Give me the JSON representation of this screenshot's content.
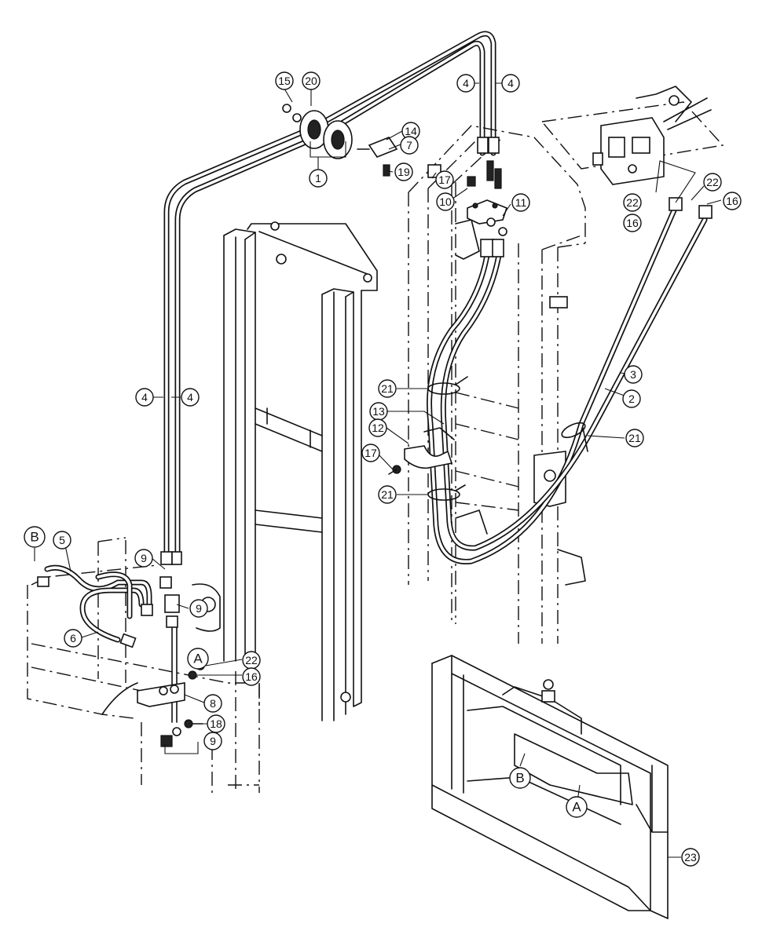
{
  "callouts": [
    {
      "id": "c15a",
      "text": "15"
    },
    {
      "id": "c20a",
      "text": "20"
    },
    {
      "id": "c1a",
      "text": "1"
    },
    {
      "id": "c14a",
      "text": "14"
    },
    {
      "id": "c7a",
      "text": "7"
    },
    {
      "id": "c19a",
      "text": "19"
    },
    {
      "id": "c4a",
      "text": "4"
    },
    {
      "id": "c4b",
      "text": "4"
    },
    {
      "id": "c17a",
      "text": "17"
    },
    {
      "id": "c10a",
      "text": "10"
    },
    {
      "id": "c11a",
      "text": "11"
    },
    {
      "id": "c22a",
      "text": "22"
    },
    {
      "id": "c16a",
      "text": "16"
    },
    {
      "id": "c22b",
      "text": "22"
    },
    {
      "id": "c16b",
      "text": "16"
    },
    {
      "id": "c3a",
      "text": "3"
    },
    {
      "id": "c2a",
      "text": "2"
    },
    {
      "id": "c21a",
      "text": "21"
    },
    {
      "id": "c21b",
      "text": "21"
    },
    {
      "id": "c21c",
      "text": "21"
    },
    {
      "id": "c13a",
      "text": "13"
    },
    {
      "id": "c12a",
      "text": "12"
    },
    {
      "id": "c17b",
      "text": "17"
    },
    {
      "id": "c4c",
      "text": "4"
    },
    {
      "id": "c4d",
      "text": "4"
    },
    {
      "id": "cBa",
      "text": "B"
    },
    {
      "id": "c5a",
      "text": "5"
    },
    {
      "id": "c9a",
      "text": "9"
    },
    {
      "id": "c9b",
      "text": "9"
    },
    {
      "id": "c6a",
      "text": "6"
    },
    {
      "id": "cAa",
      "text": "A"
    },
    {
      "id": "c22c",
      "text": "22"
    },
    {
      "id": "c16c",
      "text": "16"
    },
    {
      "id": "c8a",
      "text": "8"
    },
    {
      "id": "c18a",
      "text": "18"
    },
    {
      "id": "c9c",
      "text": "9"
    },
    {
      "id": "cBb",
      "text": "B"
    },
    {
      "id": "cAb",
      "text": "A"
    },
    {
      "id": "c23a",
      "text": "23"
    }
  ]
}
